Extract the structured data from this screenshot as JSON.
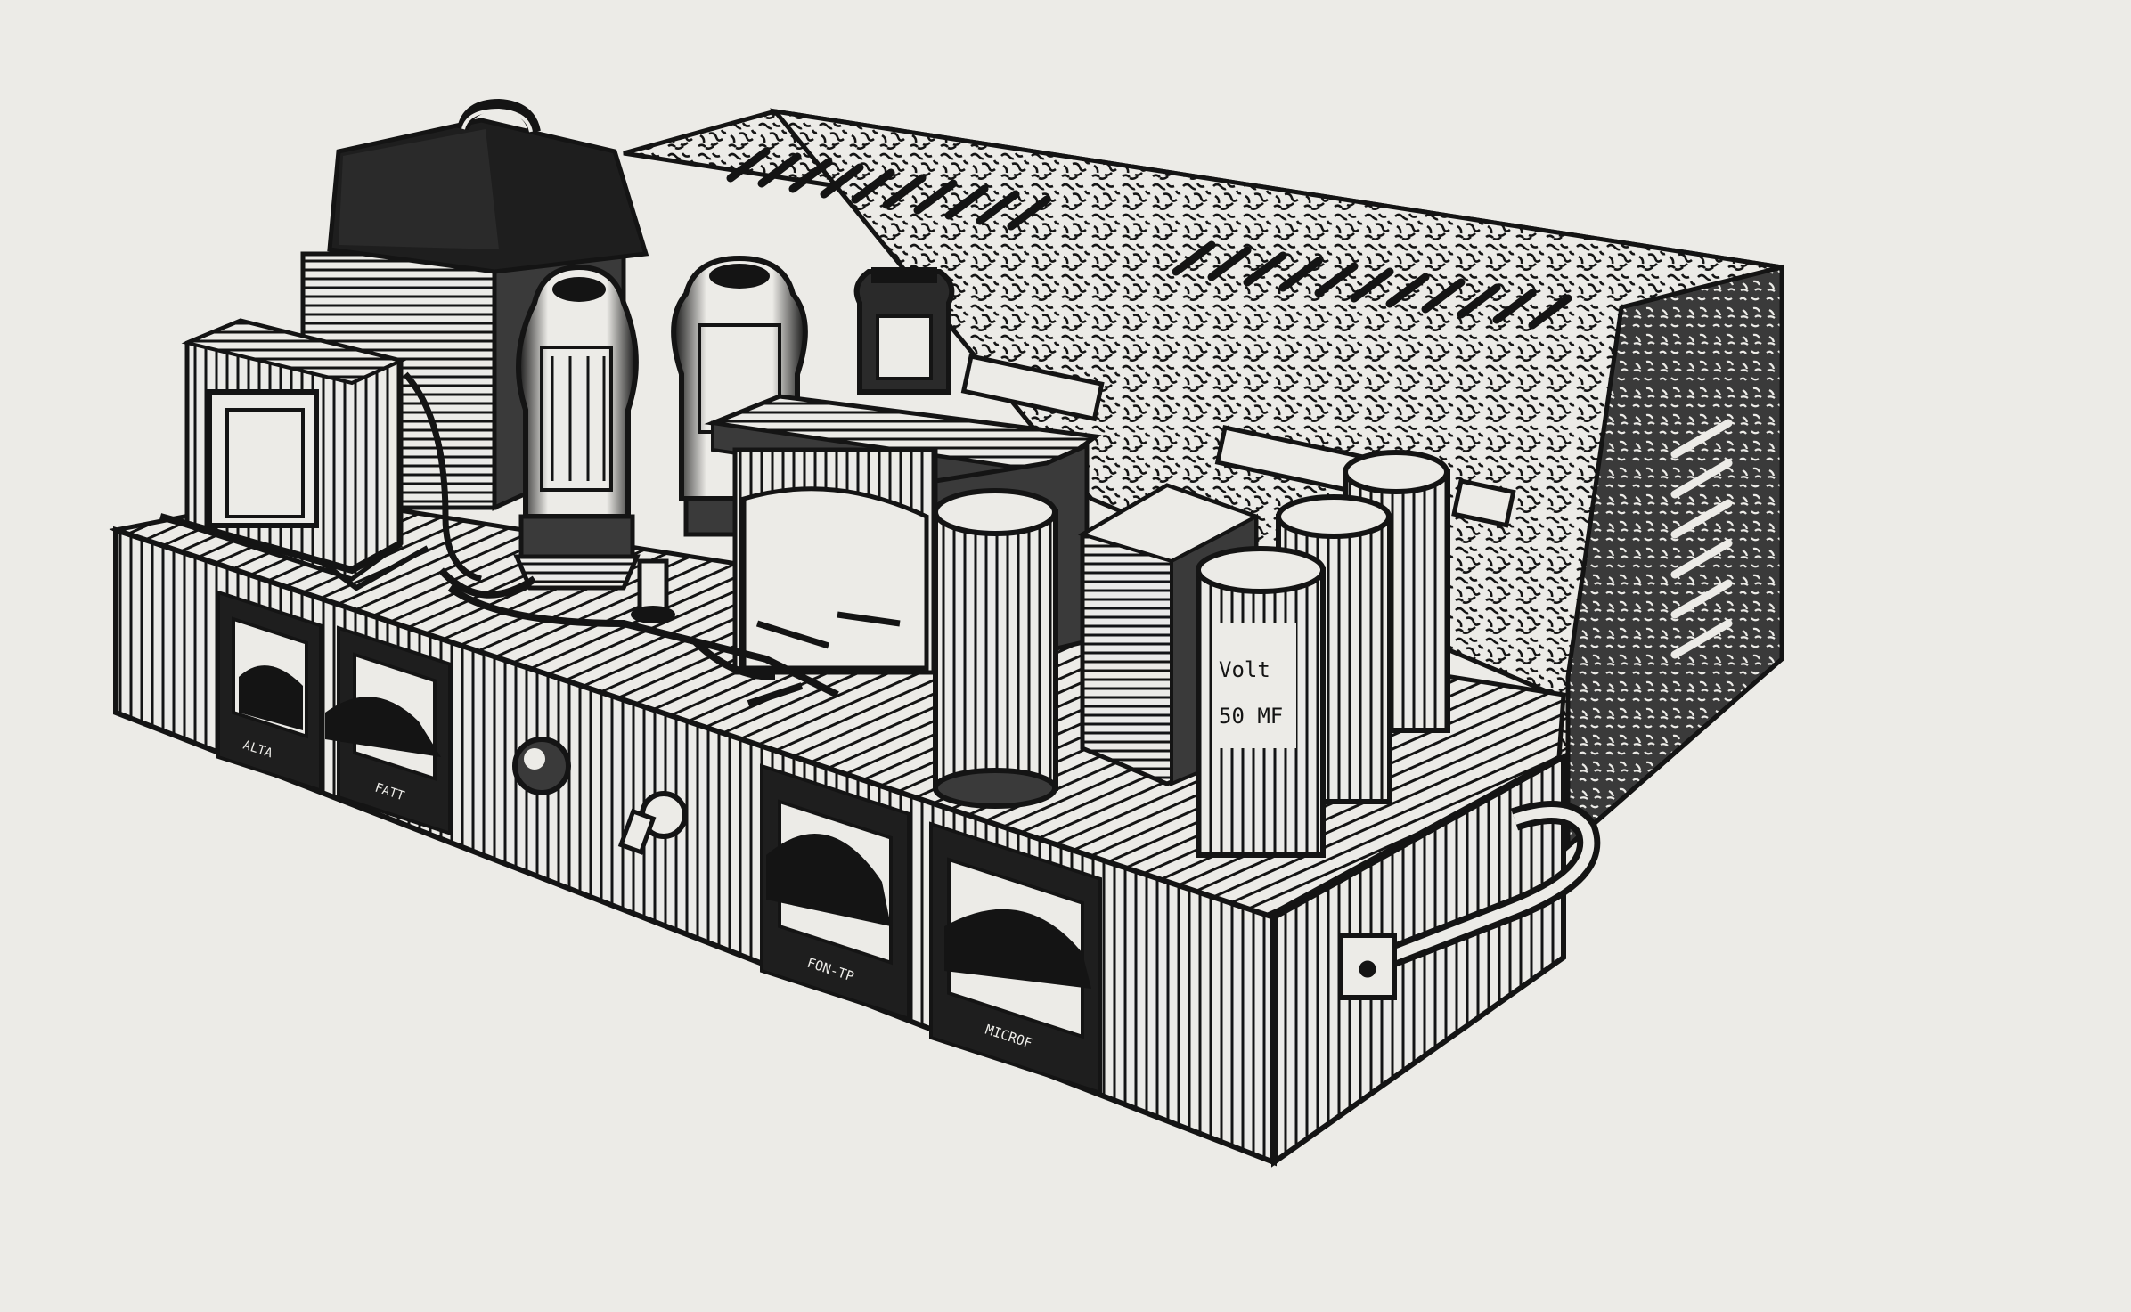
{
  "illustration": {
    "kind": "engraved line drawing of a vacuum-tube amplifier chassis",
    "colors": {
      "paper": "#ecebe7",
      "ink": "#141414",
      "shade": "#2a2a2a"
    },
    "labels": {
      "knob_1": "ALTA",
      "knob_2": "FATT",
      "knob_3": "FON-TP",
      "knob_4": "MICROF",
      "capacitor_voltage": "Volt",
      "capacitor_value": "50 MF"
    }
  }
}
